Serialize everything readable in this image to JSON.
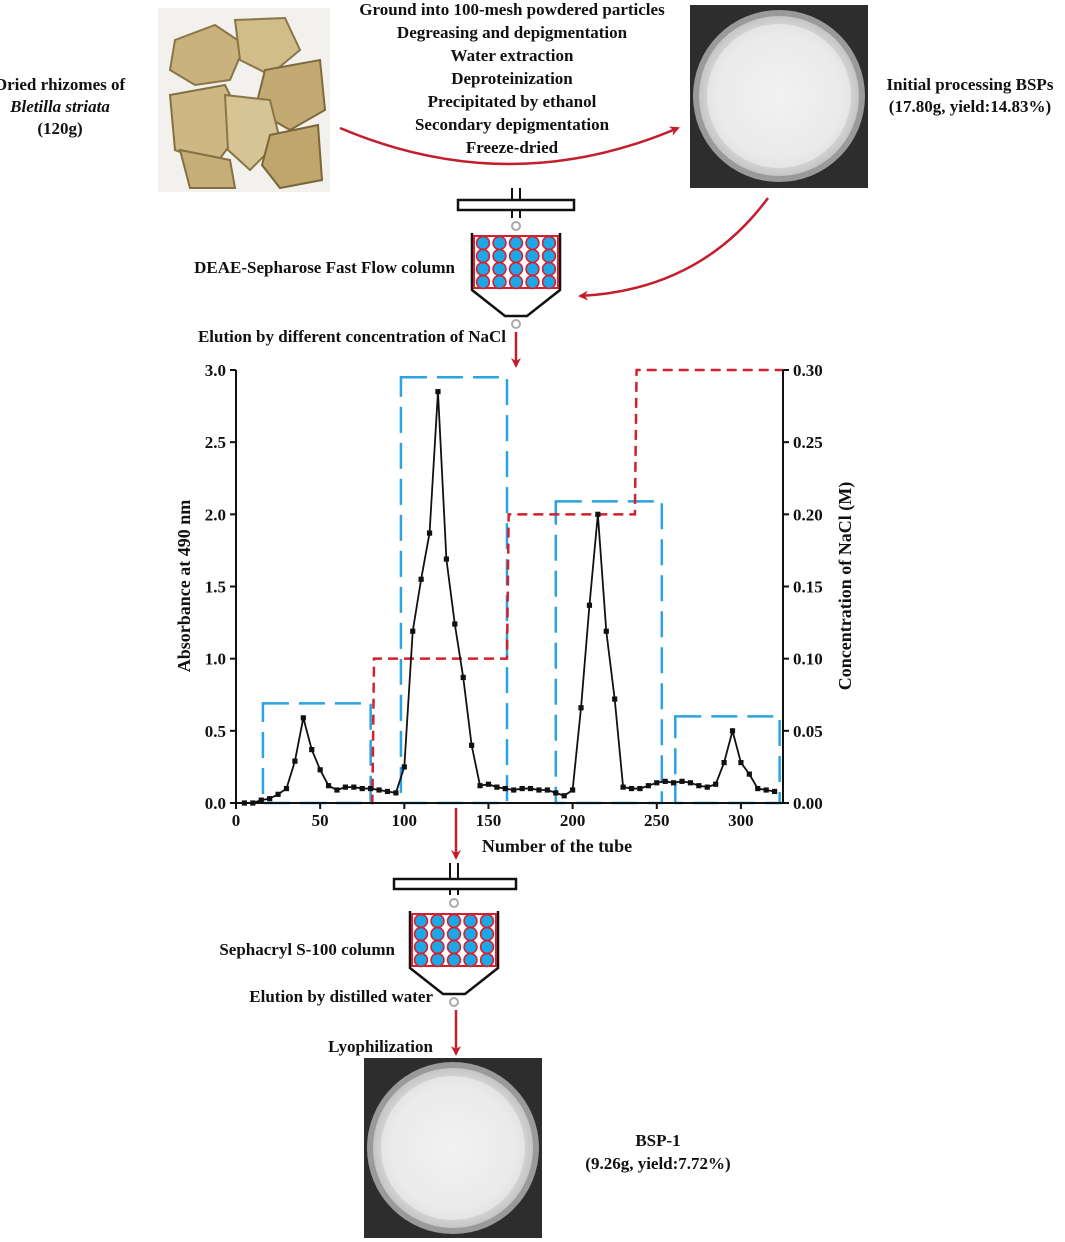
{
  "source": {
    "label_line1": "Dried rhizomes of",
    "label_line2": "Bletilla striata",
    "label_line3": "(120g)"
  },
  "processing_steps": [
    "Ground into 100-mesh powdered particles",
    "Degreasing and depigmentation",
    "Water extraction",
    "Deproteinization",
    "Precipitated by ethanol",
    "Secondary depigmentation",
    "Freeze-dried"
  ],
  "initial": {
    "label_line1": "Initial processing BSPs",
    "label_line2": "(17.80g, yield:14.83%)"
  },
  "column1": {
    "label": "DEAE-Sepharose Fast Flow column"
  },
  "elution1": {
    "label": "Elution by different concentration of NaCl"
  },
  "column2": {
    "label": "Sephacryl S-100 column"
  },
  "elution2": {
    "label": "Elution by distilled water"
  },
  "lyophilization": {
    "label": "Lyophilization"
  },
  "final": {
    "label_line1": "BSP-1",
    "label_line2": "(9.26g, yield:7.72%)"
  },
  "colors": {
    "arrow": "#c41e2e",
    "column_bead_fill": "#1ea7e6",
    "column_bead_stroke": "#d4202e",
    "absorbance_line": "#111111",
    "nacl_line": "#d1202e",
    "fraction_box": "#2aa3e0"
  },
  "chart_data": {
    "type": "line",
    "xlabel": "Number of the tube",
    "ylabel": "Absorbance at 490 nm",
    "y2label": "Concentration of NaCl (M)",
    "xlim": [
      0,
      325
    ],
    "ylim": [
      0,
      3.0
    ],
    "y2lim": [
      0,
      0.3
    ],
    "xticks": [
      "0",
      "50",
      "100",
      "150",
      "200",
      "250",
      "300"
    ],
    "yticks": [
      "0.0",
      "0.5",
      "1.0",
      "1.5",
      "2.0",
      "2.5",
      "3.0"
    ],
    "y2ticks": [
      "0.00",
      "0.05",
      "0.10",
      "0.15",
      "0.20",
      "0.25",
      "0.30"
    ],
    "grid": false,
    "series": [
      {
        "axis": "left",
        "style": "solid-black-square-markers",
        "x": [
          5,
          10,
          15,
          20,
          25,
          30,
          35,
          40,
          45,
          50,
          55,
          60,
          65,
          70,
          75,
          80,
          85,
          90,
          95,
          100,
          105,
          110,
          115,
          120,
          125,
          130,
          135,
          140,
          145,
          150,
          155,
          160,
          165,
          170,
          175,
          180,
          185,
          190,
          195,
          200,
          205,
          210,
          215,
          220,
          225,
          230,
          235,
          240,
          245,
          250,
          255,
          260,
          265,
          270,
          275,
          280,
          285,
          290,
          295,
          300,
          305,
          310,
          315,
          320
        ],
        "values": [
          0.0,
          0.0,
          0.02,
          0.03,
          0.06,
          0.1,
          0.29,
          0.59,
          0.37,
          0.23,
          0.12,
          0.09,
          0.11,
          0.11,
          0.1,
          0.1,
          0.09,
          0.08,
          0.07,
          0.25,
          1.19,
          1.55,
          1.87,
          2.85,
          1.69,
          1.24,
          0.87,
          0.4,
          0.12,
          0.13,
          0.11,
          0.1,
          0.09,
          0.1,
          0.1,
          0.09,
          0.09,
          0.07,
          0.05,
          0.09,
          0.66,
          1.37,
          2.0,
          1.19,
          0.72,
          0.11,
          0.1,
          0.1,
          0.12,
          0.14,
          0.15,
          0.14,
          0.15,
          0.14,
          0.12,
          0.11,
          0.13,
          0.28,
          0.5,
          0.28,
          0.2,
          0.1,
          0.09,
          0.08
        ]
      },
      {
        "axis": "right",
        "style": "red-dashed-step",
        "x": [
          80,
          81,
          82,
          83,
          160,
          161,
          162,
          163,
          236,
          237,
          238,
          239,
          325
        ],
        "values": [
          0.0,
          0.0,
          0.1,
          0.1,
          0.1,
          0.1,
          0.2,
          0.2,
          0.2,
          0.2,
          0.3,
          0.3,
          0.3
        ]
      }
    ],
    "fraction_boxes": [
      {
        "x": [
          16,
          80
        ],
        "y": [
          0,
          0.69
        ]
      },
      {
        "x": [
          98,
          161
        ],
        "y": [
          0,
          2.95
        ]
      },
      {
        "x": [
          190,
          253
        ],
        "y": [
          0,
          2.09
        ]
      },
      {
        "x": [
          261,
          323
        ],
        "y": [
          0,
          0.6
        ]
      }
    ]
  }
}
